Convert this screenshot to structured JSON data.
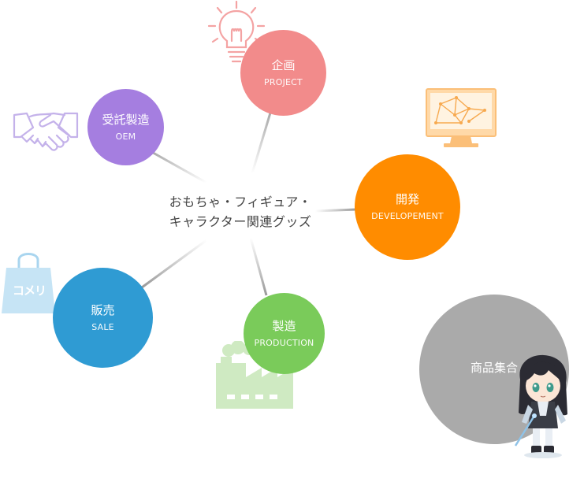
{
  "center": {
    "line1": "おもちゃ・フィギュア・",
    "line2": "キャラクター関連グッズ"
  },
  "nodes": {
    "project": {
      "jp": "企画",
      "en": "PROJECT",
      "color": "#f28b8b"
    },
    "oem": {
      "jp": "受託製造",
      "en": "OEM",
      "color": "#a57ee0"
    },
    "development": {
      "jp": "開発",
      "en": "DEVELOPEMENT",
      "color": "#ff8c00"
    },
    "sale": {
      "jp": "販売",
      "en": "SALE",
      "color": "#2f9bd3"
    },
    "production": {
      "jp": "製造",
      "en": "PRODUCTION",
      "color": "#7acb5a"
    },
    "collection": {
      "jp": "商品集合",
      "color": "#aaaaaa"
    }
  },
  "icons": {
    "bag_logo": "コメリ"
  },
  "line_color": "#999999"
}
